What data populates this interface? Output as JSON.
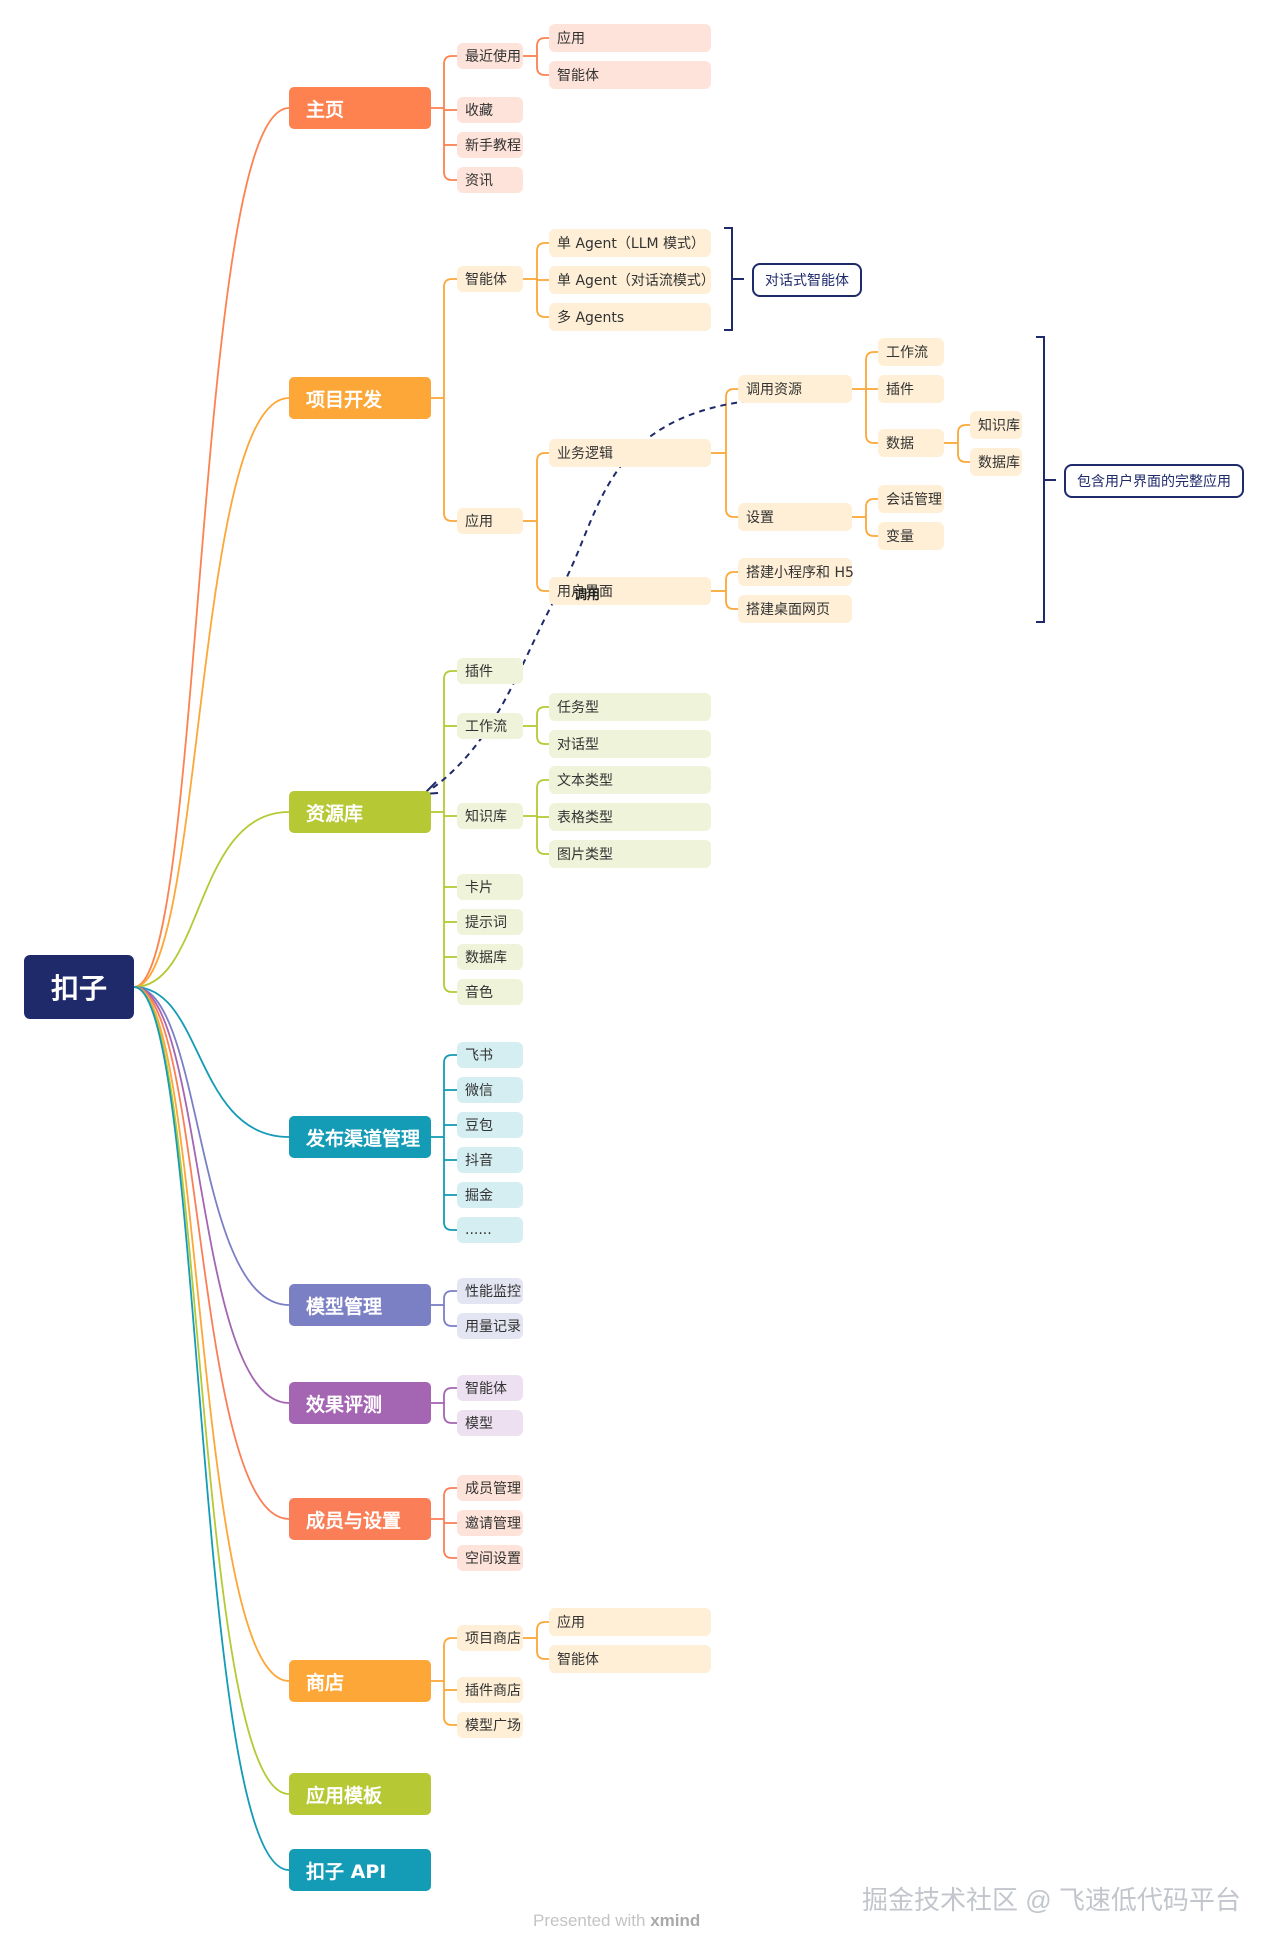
{
  "title": "扣子",
  "colors": {
    "root": "#1f2a6b",
    "orange": "#fd8250",
    "amber": "#fca738",
    "green": "#b6c934",
    "teal": "#149bb6",
    "indigo": "#7b7fc4",
    "purple": "#a465b2",
    "coral": "#fa7f58",
    "gold": "#fca738",
    "lime": "#b6c934",
    "cyan": "#149bb6"
  },
  "branches": [
    {
      "label": "主页",
      "children": [
        {
          "label": "最近使用",
          "children": [
            {
              "label": "应用"
            },
            {
              "label": "智能体"
            }
          ]
        },
        {
          "label": "收藏"
        },
        {
          "label": "新手教程"
        },
        {
          "label": "资讯"
        }
      ]
    },
    {
      "label": "项目开发",
      "children": [
        {
          "label": "智能体",
          "children": [
            {
              "label": "单 Agent（LLM 模式）"
            },
            {
              "label": "单 Agent（对话流模式）"
            },
            {
              "label": "多 Agents"
            }
          ]
        },
        {
          "label": "应用",
          "children": [
            {
              "label": "业务逻辑",
              "children": [
                {
                  "label": "调用资源",
                  "children": [
                    {
                      "label": "工作流"
                    },
                    {
                      "label": "插件"
                    },
                    {
                      "label": "数据",
                      "children": [
                        {
                          "label": "知识库"
                        },
                        {
                          "label": "数据库"
                        }
                      ]
                    }
                  ]
                },
                {
                  "label": "设置",
                  "children": [
                    {
                      "label": "会话管理"
                    },
                    {
                      "label": "变量"
                    }
                  ]
                }
              ]
            },
            {
              "label": "用户界面",
              "children": [
                {
                  "label": "搭建小程序和 H5"
                },
                {
                  "label": "搭建桌面网页"
                }
              ]
            }
          ]
        }
      ]
    },
    {
      "label": "资源库",
      "children": [
        {
          "label": "插件"
        },
        {
          "label": "工作流",
          "children": [
            {
              "label": "任务型"
            },
            {
              "label": "对话型"
            }
          ]
        },
        {
          "label": "知识库",
          "children": [
            {
              "label": "文本类型"
            },
            {
              "label": "表格类型"
            },
            {
              "label": "图片类型"
            }
          ]
        },
        {
          "label": "卡片"
        },
        {
          "label": "提示词"
        },
        {
          "label": "数据库"
        },
        {
          "label": "音色"
        }
      ]
    },
    {
      "label": "发布渠道管理",
      "children": [
        {
          "label": "飞书"
        },
        {
          "label": "微信"
        },
        {
          "label": "豆包"
        },
        {
          "label": "抖音"
        },
        {
          "label": "掘金"
        },
        {
          "label": "......"
        }
      ]
    },
    {
      "label": "模型管理",
      "children": [
        {
          "label": "性能监控"
        },
        {
          "label": "用量记录"
        }
      ]
    },
    {
      "label": "效果评测",
      "children": [
        {
          "label": "智能体"
        },
        {
          "label": "模型"
        }
      ]
    },
    {
      "label": "成员与设置",
      "children": [
        {
          "label": "成员管理"
        },
        {
          "label": "邀请管理"
        },
        {
          "label": "空间设置"
        }
      ]
    },
    {
      "label": "商店",
      "children": [
        {
          "label": "项目商店",
          "children": [
            {
              "label": "应用"
            },
            {
              "label": "智能体"
            }
          ]
        },
        {
          "label": "插件商店"
        },
        {
          "label": "模型广场"
        }
      ]
    },
    {
      "label": "应用模板"
    },
    {
      "label": "扣子 API"
    }
  ],
  "summaries": {
    "agent_group": "对话式智能体",
    "app_group": "包含用户界面的完整应用"
  },
  "relation_label": "调用",
  "watermark": "掘金技术社区 @ 飞速低代码平台",
  "footer": {
    "prefix": "Presented with",
    "brand": "xmind"
  }
}
